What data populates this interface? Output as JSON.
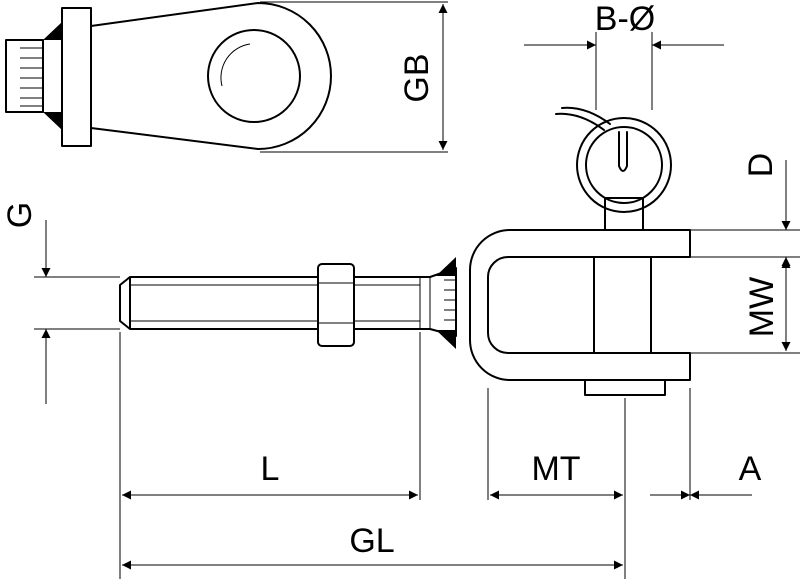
{
  "labels": {
    "gb": "GB",
    "b_dia": "B-Ø",
    "d": "D",
    "g": "G",
    "mw": "MW",
    "l": "L",
    "mt": "MT",
    "a": "A",
    "gl": "GL"
  }
}
